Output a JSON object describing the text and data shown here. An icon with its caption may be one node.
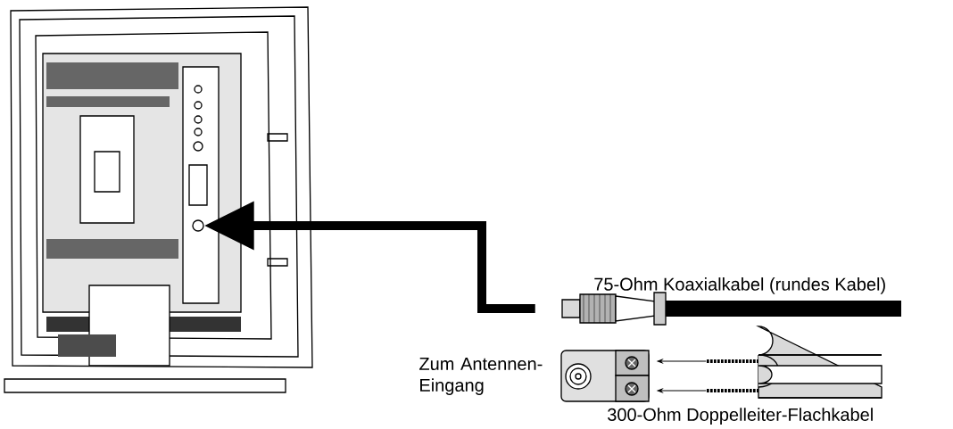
{
  "diagram": {
    "nodes": [
      {
        "text": [],
        "shape": "circle"
      },
      {
        "text": [],
        "shape": "picture",
        "beside": [
          "75-Ohm Koaxialkabel (rundes Kabel)"
        ]
      },
      {
        "text": [],
        "shape": "picture",
        "beside": [
          "Zum Antennen- Eingang"
        ]
      },
      {
        "text": [],
        "shape": "picture",
        "beside": [
          "300-Ohm Doppelleiter-Flachkabel"
        ]
      }
    ],
    "edges": [
      {
        "from": 1,
        "to": 0,
        "arrow": "to",
        "style": "thick"
      },
      {
        "from": 3,
        "to": 2,
        "arrow": "to"
      },
      {
        "from": 3,
        "to": 2,
        "arrow": "to"
      }
    ]
  }
}
